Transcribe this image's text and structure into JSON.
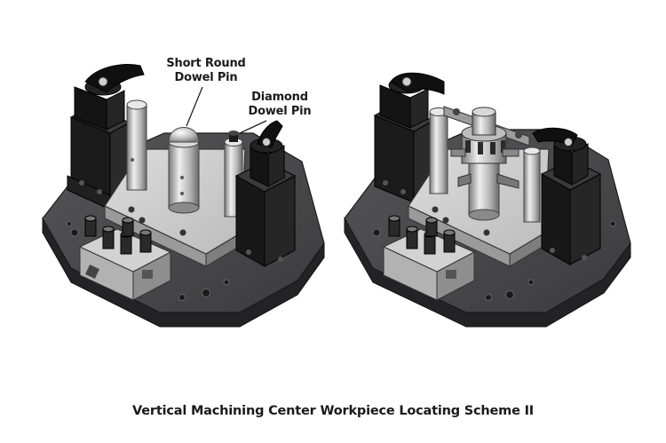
{
  "callouts": {
    "short_round": [
      "Short Round",
      "Dowel Pin"
    ],
    "diamond": [
      "Diamond",
      "Dowel Pin"
    ]
  },
  "caption": "Vertical Machining Center Workpiece Locating Scheme II",
  "colors": {
    "base_top": "#4a4a4c",
    "base_side": "#262628",
    "plate": "#cfcfcf",
    "clamp_body": "#151515",
    "pin": "#bdbdbd",
    "background": "#ffffff"
  }
}
